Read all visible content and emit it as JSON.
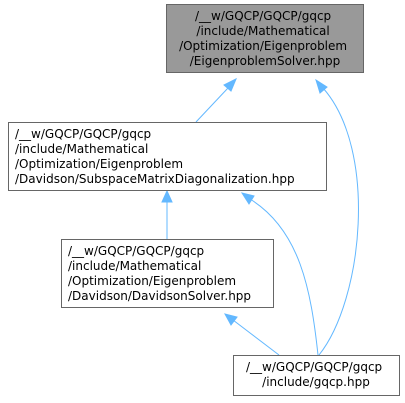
{
  "graph": {
    "colors": {
      "edge": "#63b8ff",
      "node_border": "#666666",
      "highlight_fill": "#999999",
      "node_fill": "#ffffff",
      "text": "#000000"
    },
    "nodes": [
      {
        "id": "eigenproblem-solver",
        "highlighted": true,
        "lines": [
          "/__w/GQCP/GQCP/gqcp",
          "/include/Mathematical",
          "/Optimization/Eigenproblem",
          "/EigenproblemSolver.hpp"
        ]
      },
      {
        "id": "subspace-matrix-diagonalization",
        "highlighted": false,
        "lines": [
          "/__w/GQCP/GQCP/gqcp",
          "/include/Mathematical",
          "/Optimization/Eigenproblem",
          "/Davidson/SubspaceMatrixDiagonalization.hpp"
        ]
      },
      {
        "id": "davidson-solver",
        "highlighted": false,
        "lines": [
          "/__w/GQCP/GQCP/gqcp",
          "/include/Mathematical",
          "/Optimization/Eigenproblem",
          "/Davidson/DavidsonSolver.hpp"
        ]
      },
      {
        "id": "gqcp-hpp",
        "highlighted": false,
        "lines": [
          "/__w/GQCP/GQCP/gqcp",
          "/include/gqcp.hpp"
        ]
      }
    ],
    "edges": [
      {
        "from": "subspace-matrix-diagonalization",
        "to": "eigenproblem-solver"
      },
      {
        "from": "gqcp-hpp",
        "to": "eigenproblem-solver"
      },
      {
        "from": "davidson-solver",
        "to": "subspace-matrix-diagonalization"
      },
      {
        "from": "gqcp-hpp",
        "to": "subspace-matrix-diagonalization"
      },
      {
        "from": "gqcp-hpp",
        "to": "davidson-solver"
      }
    ]
  }
}
